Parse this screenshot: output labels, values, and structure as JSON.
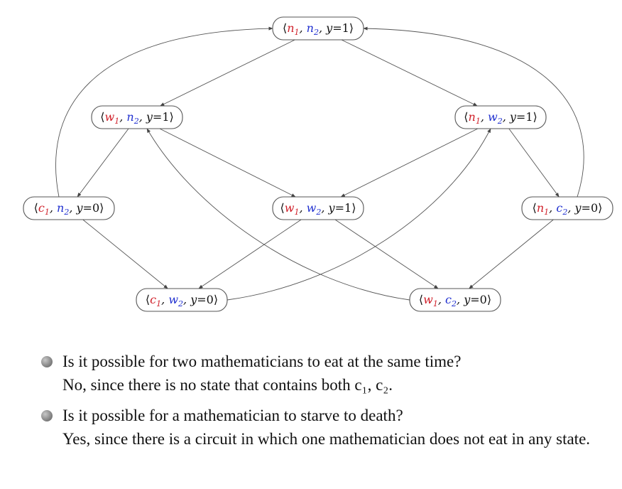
{
  "diagram": {
    "nodes": [
      {
        "id": "top",
        "parts": [
          {
            "v": "n",
            "s": "1",
            "c": "red"
          },
          {
            "v": "n",
            "s": "2",
            "c": "blue"
          }
        ],
        "y_value": "1"
      },
      {
        "id": "wn",
        "parts": [
          {
            "v": "w",
            "s": "1",
            "c": "red"
          },
          {
            "v": "n",
            "s": "2",
            "c": "blue"
          }
        ],
        "y_value": "1"
      },
      {
        "id": "nw",
        "parts": [
          {
            "v": "n",
            "s": "1",
            "c": "red"
          },
          {
            "v": "w",
            "s": "2",
            "c": "blue"
          }
        ],
        "y_value": "1"
      },
      {
        "id": "cn",
        "parts": [
          {
            "v": "c",
            "s": "1",
            "c": "red"
          },
          {
            "v": "n",
            "s": "2",
            "c": "blue"
          }
        ],
        "y_value": "0"
      },
      {
        "id": "ww",
        "parts": [
          {
            "v": "w",
            "s": "1",
            "c": "red"
          },
          {
            "v": "w",
            "s": "2",
            "c": "blue"
          }
        ],
        "y_value": "1"
      },
      {
        "id": "nc",
        "parts": [
          {
            "v": "n",
            "s": "1",
            "c": "red"
          },
          {
            "v": "c",
            "s": "2",
            "c": "blue"
          }
        ],
        "y_value": "0"
      },
      {
        "id": "cw",
        "parts": [
          {
            "v": "c",
            "s": "1",
            "c": "red"
          },
          {
            "v": "w",
            "s": "2",
            "c": "blue"
          }
        ],
        "y_value": "0"
      },
      {
        "id": "wc",
        "parts": [
          {
            "v": "w",
            "s": "1",
            "c": "red"
          },
          {
            "v": "c",
            "s": "2",
            "c": "blue"
          }
        ],
        "y_value": "0"
      }
    ],
    "edges": [
      {
        "from": "top",
        "to": "wn"
      },
      {
        "from": "top",
        "to": "nw"
      },
      {
        "from": "wn",
        "to": "cn"
      },
      {
        "from": "wn",
        "to": "ww"
      },
      {
        "from": "nw",
        "to": "ww"
      },
      {
        "from": "nw",
        "to": "nc"
      },
      {
        "from": "cn",
        "to": "cw"
      },
      {
        "from": "ww",
        "to": "cw"
      },
      {
        "from": "ww",
        "to": "wc"
      },
      {
        "from": "nc",
        "to": "wc"
      },
      {
        "from": "cn",
        "to": "top"
      },
      {
        "from": "nc",
        "to": "top"
      },
      {
        "from": "cw",
        "to": "nw"
      },
      {
        "from": "wc",
        "to": "wn"
      }
    ]
  },
  "bullets": [
    {
      "question": "Is it possible for two mathematicians to eat at the same time?",
      "answer": "No, since there is no state that contains both c₁, c₂."
    },
    {
      "question": "Is it possible for a mathematician to starve to death?",
      "answer": "Yes, since there is a circuit in which one mathematician does not eat in any state."
    }
  ]
}
